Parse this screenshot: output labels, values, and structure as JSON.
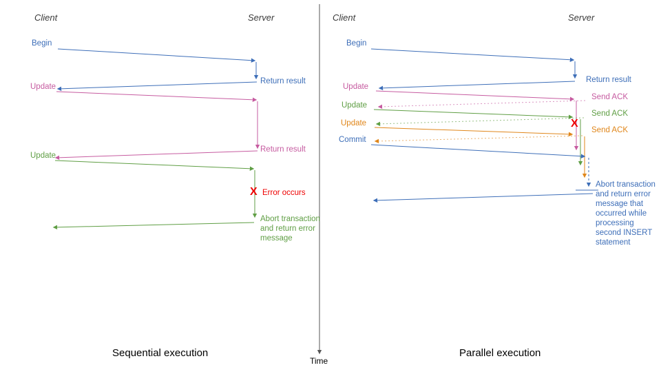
{
  "left_panel": {
    "caption": "Sequential execution",
    "client_header": "Client",
    "server_header": "Server",
    "begin_label": "Begin",
    "return_result_1_label": "Return result",
    "update_1_label": "Update",
    "return_result_2_label": "Return result",
    "update_2_label": "Update",
    "error_x": "X",
    "error_occurs_label": "Error occurs",
    "abort_label": "Abort transaction and return error message"
  },
  "right_panel": {
    "caption": "Parallel execution",
    "client_header": "Client",
    "server_header": "Server",
    "begin_label": "Begin",
    "return_result_label": "Return result",
    "update_1_label": "Update",
    "send_ack_1_label": "Send ACK",
    "update_2_label": "Update",
    "send_ack_2_label": "Send ACK",
    "update_3_label": "Update",
    "send_ack_3_label": "Send ACK",
    "commit_label": "Commit",
    "error_x": "X",
    "abort_label": "Abort transaction and return error message that occurred while processing second INSERT statement"
  },
  "axis": {
    "time_label": "Time"
  },
  "colors": {
    "blue": "#3d6eb8",
    "pink": "#c65ba0",
    "green": "#5f9e44",
    "orange": "#e0861a",
    "red": "#ee0000",
    "axis_gray": "#555555"
  }
}
